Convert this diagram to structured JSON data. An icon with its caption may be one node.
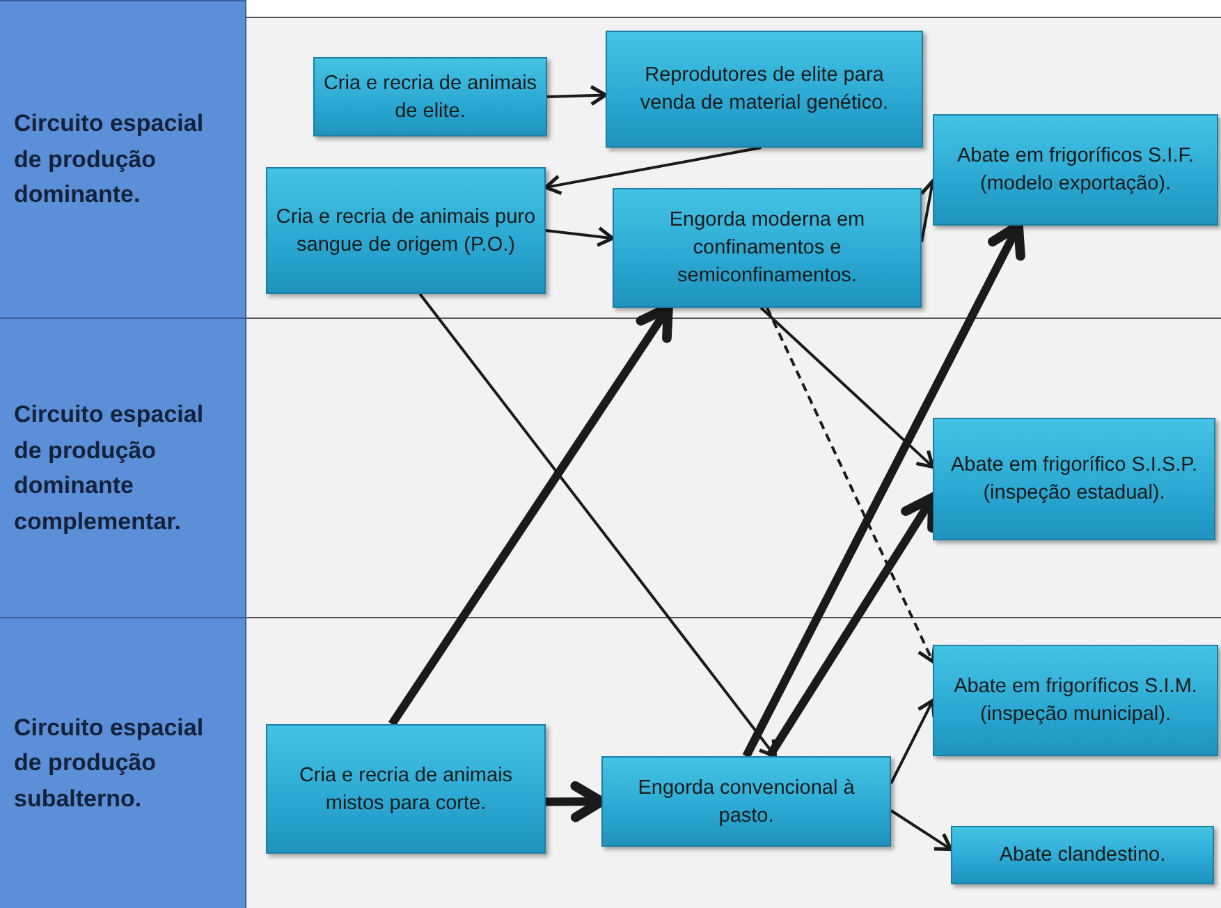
{
  "diagram": {
    "nodes": [
      {
        "text": [
          "Circuito espacial de produção dominante."
        ]
      },
      {
        "text": [
          "Circuito espacial de produção dominante complementar."
        ]
      },
      {
        "text": [
          "Circuito espacial de produção subalterno."
        ]
      },
      {
        "text": [
          "Cria e recria de animais de elite."
        ]
      },
      {
        "text": [
          "Reprodutores de elite para venda de material genético."
        ]
      },
      {
        "text": [
          "Abate em frigoríficos S.I.F. (modelo exportação)."
        ]
      },
      {
        "text": [
          "Cria e recria de animais puro sangue de origem (P.O.)"
        ]
      },
      {
        "text": [
          "Engorda moderna em confinamentos e semiconfinamentos."
        ]
      },
      {
        "text": [
          "Abate em frigorífico S.I.S.P. (inspeção estadual)."
        ]
      },
      {
        "text": [
          "Abate em frigoríficos S.I.M. (inspeção municipal)."
        ]
      },
      {
        "text": [
          "Cria e recria de animais mistos para corte."
        ]
      },
      {
        "text": [
          "Engorda convencional à pasto."
        ]
      },
      {
        "text": [
          "Abate clandestino."
        ]
      }
    ],
    "edges": [
      {
        "from": 3,
        "to": 4,
        "arrow": "to"
      },
      {
        "from": 4,
        "to": 6,
        "arrow": "to"
      },
      {
        "from": 6,
        "to": 7,
        "arrow": "to"
      },
      {
        "from": 7,
        "to": 5,
        "arrow": "to"
      },
      {
        "from": 6,
        "to": 11,
        "arrow": "to"
      },
      {
        "from": 10,
        "to": 7,
        "arrow": "to",
        "style": "thick"
      },
      {
        "from": 10,
        "to": 11,
        "arrow": "to",
        "style": "thick"
      },
      {
        "from": 11,
        "to": 5,
        "arrow": "to",
        "style": "thick"
      },
      {
        "from": 11,
        "to": 8,
        "arrow": "to",
        "style": "thick"
      },
      {
        "from": 7,
        "to": 8,
        "arrow": "to"
      },
      {
        "from": 7,
        "to": 9,
        "arrow": "to",
        "style": "dashed"
      },
      {
        "from": 11,
        "to": 9,
        "arrow": "to"
      },
      {
        "from": 11,
        "to": 12,
        "arrow": "to"
      }
    ]
  }
}
